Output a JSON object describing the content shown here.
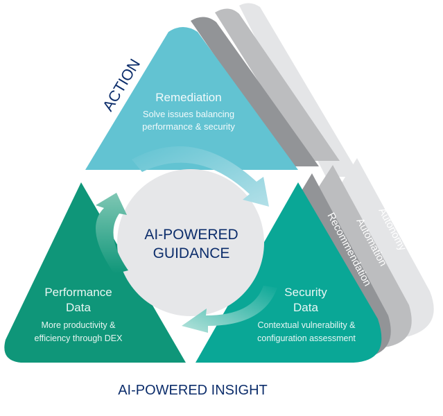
{
  "labels": {
    "action": "ACTION",
    "insight": "AI-POWERED INSIGHT",
    "center_line1": "AI-POWERED",
    "center_line2": "GUIDANCE"
  },
  "segments": {
    "remediation": {
      "title": "Remediation",
      "desc_line1": "Solve issues balancing",
      "desc_line2": "performance & security"
    },
    "performance": {
      "title_line1": "Performance",
      "title_line2": "Data",
      "desc_line1": "More productivity &",
      "desc_line2": "efficiency through DEX"
    },
    "security": {
      "title_line1": "Security",
      "title_line2": "Data",
      "desc_line1": "Contextual vulnerability &",
      "desc_line2": "configuration assessment"
    }
  },
  "layers": {
    "recommendation": "Recommendation",
    "automation": "Automation",
    "autonomy": "Autonomy"
  },
  "colors": {
    "remediation": "#62c3d2",
    "performance": "#0f9679",
    "security": "#0aa796",
    "layer1": "#929497",
    "layer2": "#bcbdbf",
    "layer3": "#e4e5e7",
    "center": "#e6e7e9",
    "navy": "#0c2d6b"
  }
}
